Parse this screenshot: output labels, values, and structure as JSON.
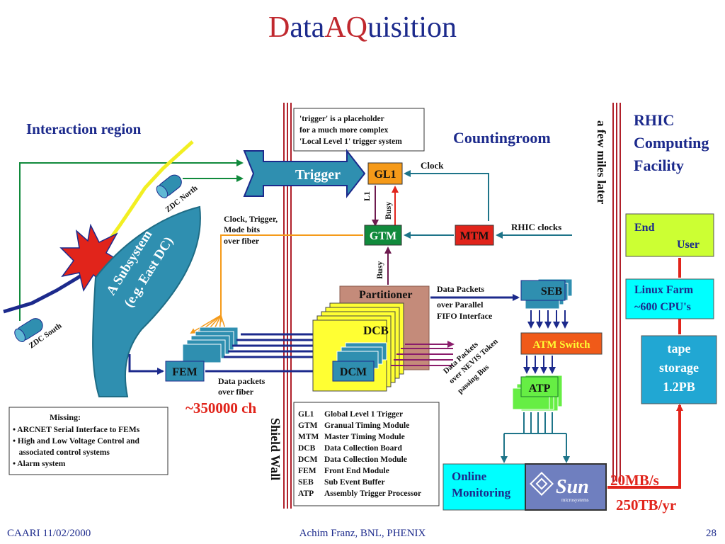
{
  "title": {
    "d1": "D",
    "ata": "ata",
    "a": "A",
    "q": "Q",
    "uisition": "uisition"
  },
  "regions": {
    "interaction": "Interaction region",
    "counting": "Countingroom",
    "rhic1": "RHIC",
    "rhic2": "Computing",
    "rhic3": "Facility",
    "miles": "a few miles later",
    "shield": "Shield Wall"
  },
  "trigger_note": [
    "'trigger' is a placeholder",
    "for a much more complex",
    "'Local Level 1' trigger system"
  ],
  "zdc": {
    "north": "ZDC North",
    "south": "ZDC South"
  },
  "subsystem": [
    "A Subsystem",
    "(e.g. East DC)"
  ],
  "blocks": {
    "trigger": "Trigger",
    "gl1": "GL1",
    "gtm": "GTM",
    "mtm": "MTM",
    "partitioner": "Partitioner",
    "dcb": "DCB",
    "dcm": "DCM",
    "fem": "FEM",
    "seb": "SEB",
    "atm": "ATM Switch",
    "atp": "ATP",
    "online1": "Online",
    "online2": "Monitoring",
    "enduser1": "End",
    "enduser2": "User",
    "linux1": "Linux Farm",
    "linux2": "~600 CPU's",
    "tape1": "tape",
    "tape2": "storage",
    "tape3": "1.2PB",
    "sun": "Sun",
    "sun_sub": "microsystems"
  },
  "labels": {
    "clock": "Clock",
    "rhic_clocks": "RHIC clocks",
    "l1": "L1",
    "busy1": "Busy",
    "busy2": "Busy",
    "ctm": [
      "Clock, Trigger,",
      "Mode bits",
      "over fiber"
    ],
    "dp": [
      "Data Packets",
      "over Parallel",
      "FIFO Interface"
    ],
    "fiber": [
      "Data packets",
      "over fiber"
    ],
    "nevis": [
      "Data Packets",
      "over NEVIS Token",
      "passing Bus"
    ],
    "channels": "~350000 ch",
    "rate": "20MB/s",
    "yearly": "250TB/yr"
  },
  "missing": {
    "title": "Missing:",
    "items": [
      "• ARCNET Serial Interface to FEMs",
      "• High and Low Voltage Control and",
      "   associated control systems",
      "• Alarm system"
    ]
  },
  "glossary": [
    {
      "abbr": "GL1",
      "desc": "Global Level 1 Trigger"
    },
    {
      "abbr": "GTM",
      "desc": "Granual Timing Module"
    },
    {
      "abbr": "MTM",
      "desc": "Master Timing Module"
    },
    {
      "abbr": "DCB",
      "desc": "Data Collection Board"
    },
    {
      "abbr": "DCM",
      "desc": "Data Collection Module"
    },
    {
      "abbr": "FEM",
      "desc": "Front End Module"
    },
    {
      "abbr": "SEB",
      "desc": "Sub Event Buffer"
    },
    {
      "abbr": "ATP",
      "desc": "Assembly Trigger Processor"
    }
  ],
  "footer": {
    "left": "CAARI 11/02/2000",
    "center": "Achim Franz, BNL, PHENIX",
    "right": "28"
  },
  "colors": {
    "title_red": "#c0282e",
    "dark_blue": "#1c2a8c",
    "teal": "#2f8fb0",
    "green": "#118a3c",
    "orange": "#f59a19",
    "red": "#e1241b",
    "yellow": "#ffff33",
    "lime": "#ccff33",
    "cyan": "#00ffff",
    "tape": "#21a7d3",
    "sun": "#6f7fbf"
  }
}
